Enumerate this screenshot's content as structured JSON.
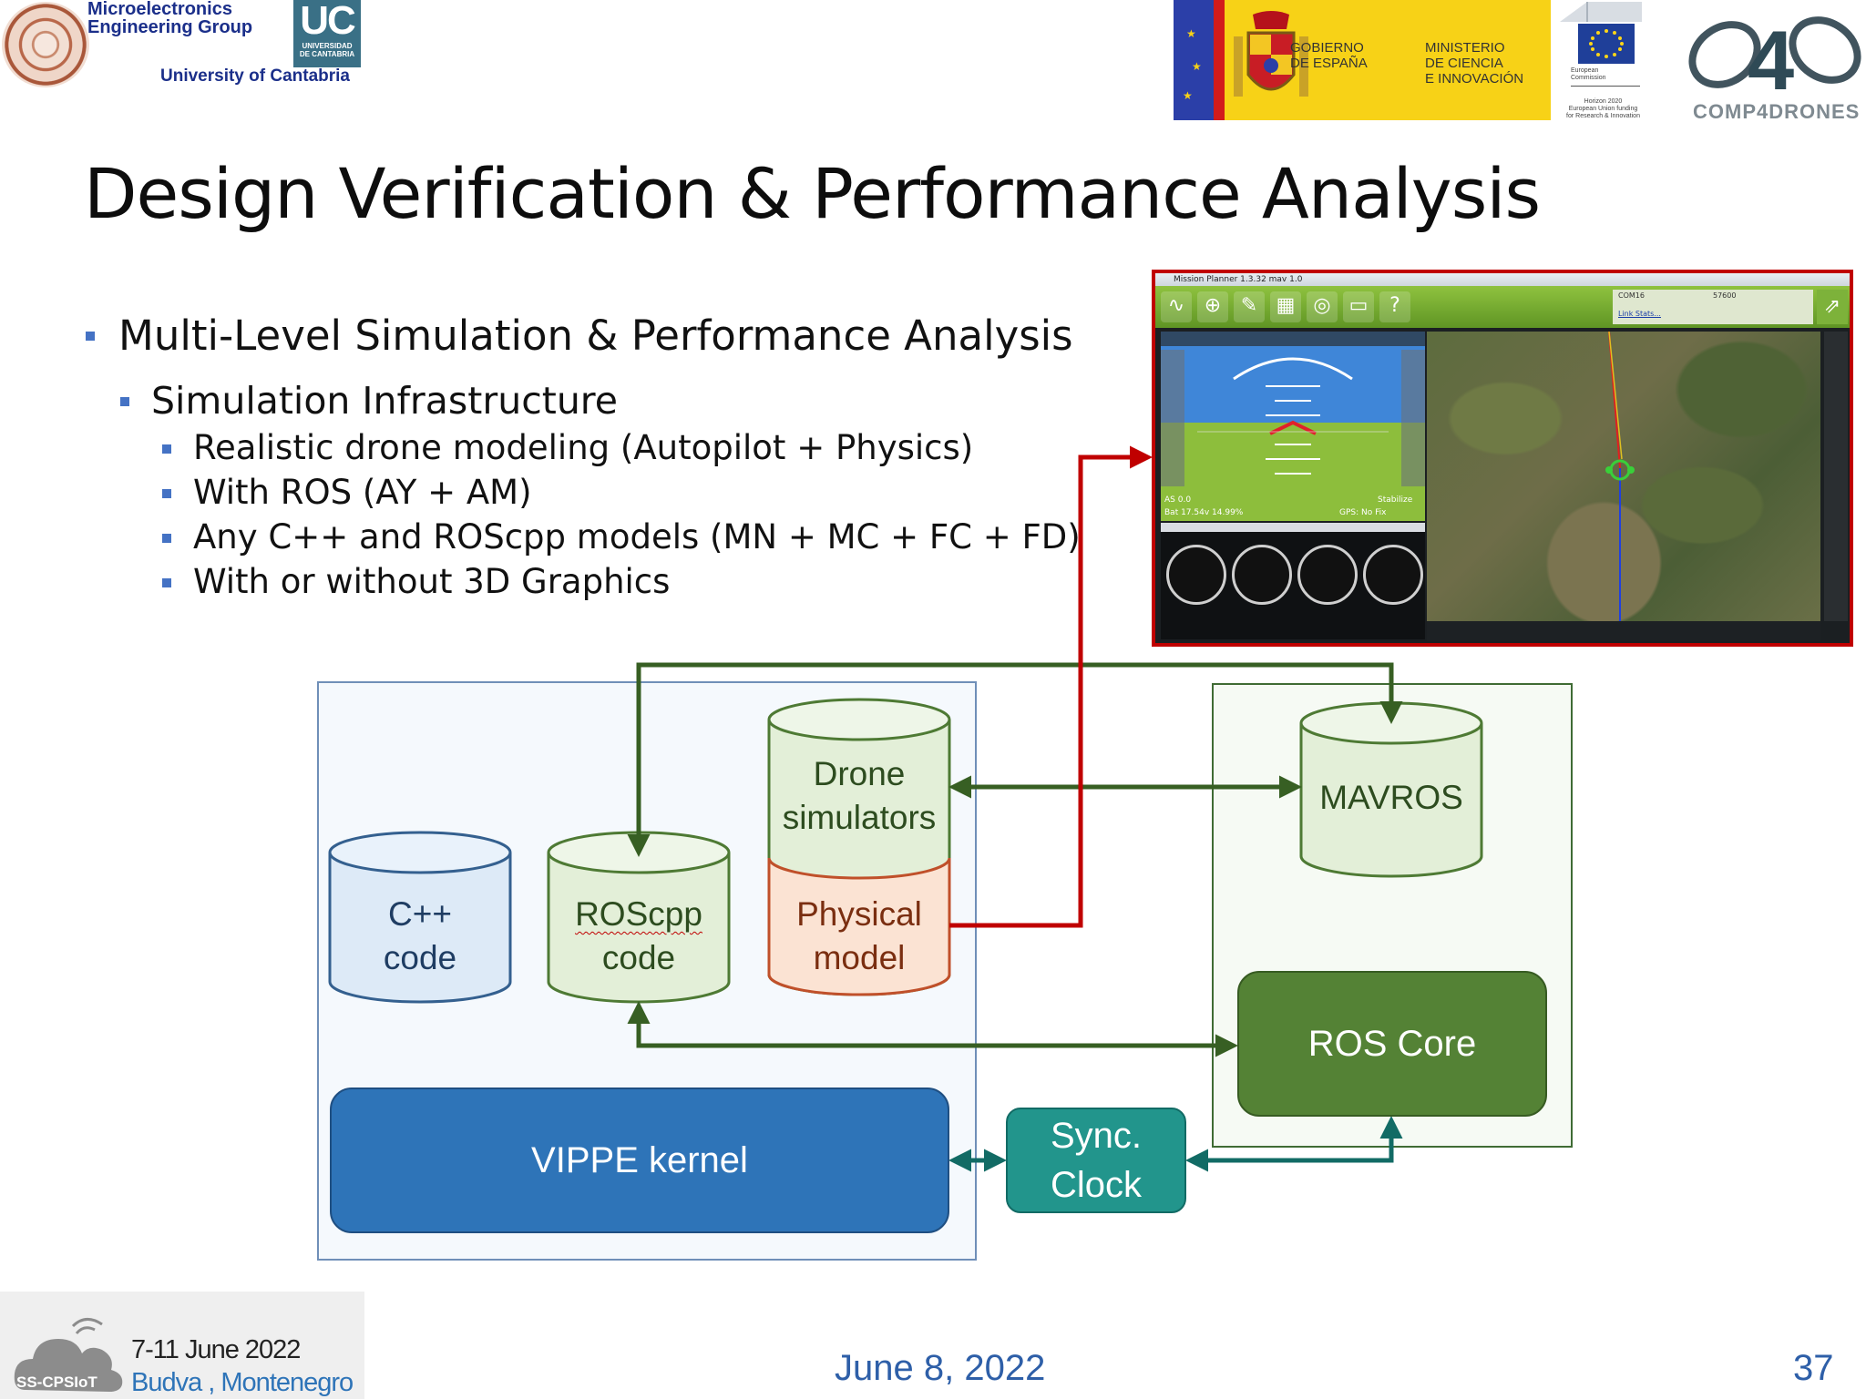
{
  "header": {
    "group_line1": "Microelectronics",
    "group_line2": "Engineering Group",
    "university": "University of Cantabria",
    "uc_logo": "UC",
    "uc_logo_small1": "UNIVERSIDAD",
    "uc_logo_small2": "DE CANTABRIA",
    "gov_line1a": "GOBIERNO",
    "gov_line1b": "DE ESPAÑA",
    "gov_line2a": "MINISTERIO",
    "gov_line2b": "DE CIENCIA",
    "gov_line2c": "E INNOVACIÓN",
    "eu_line1": "European",
    "eu_line2": "Commission",
    "eu_line3": "Horizon 2020",
    "eu_line4": "European Union funding",
    "eu_line5": "for Research & Innovation",
    "project": "COMP4DRONES"
  },
  "title": "Design Verification & Performance Analysis",
  "bullets": {
    "level1": "Multi-Level Simulation & Performance Analysis",
    "level2": "Simulation Infrastructure",
    "level3": [
      "Realistic drone modeling (Autopilot + Physics)",
      "With ROS (AY + AM)",
      "Any C++ and ROScpp models (MN + MC + FC + FD)",
      "With or without 3D Graphics"
    ]
  },
  "screenshot": {
    "window_title": "Mission Planner 1.3.32 mav 1.0",
    "port": "COM16",
    "baud": "57600",
    "link_stats": "Link Stats...",
    "battery": "Bat 17.54v 14.99%",
    "gps": "GPS: No Fix",
    "hud_speed": "AS 0.0",
    "hud_mode": "Stabilize"
  },
  "diagram": {
    "cpp_line1": "C++",
    "cpp_line2": "code",
    "roscpp_line1": "ROScpp",
    "roscpp_line2": "code",
    "drone_line1": "Drone",
    "drone_line2": "simulators",
    "physical_line1": "Physical",
    "physical_line2": "model",
    "mavros": "MAVROS",
    "roscore": "ROS Core",
    "vippe": "VIPPE kernel",
    "sync_line1": "Sync.",
    "sync_line2": "Clock"
  },
  "colors": {
    "green_arrow": "#375f23",
    "red_arrow": "#c00000",
    "teal_arrow": "#126b65",
    "vippe": "#2e74b8",
    "roscore": "#548235",
    "sync": "#22958c"
  },
  "footer": {
    "event_dates": "7-11 June 2022",
    "event_place": "Budva , Montenegro",
    "event_brand": "SS-CPSIoT",
    "date": "June 8, 2022",
    "page": "37"
  }
}
